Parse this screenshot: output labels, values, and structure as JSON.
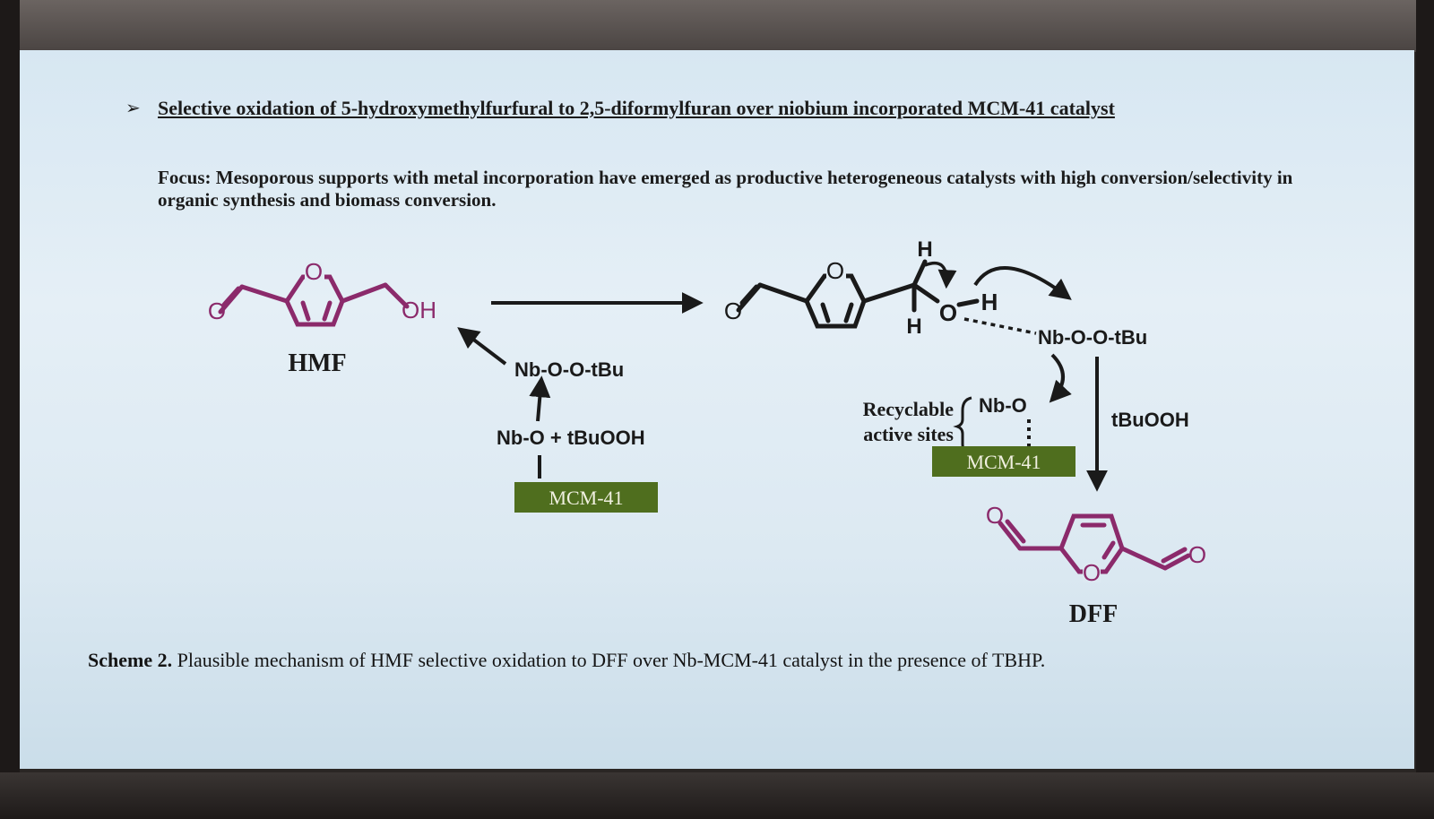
{
  "slide": {
    "bullet": "➢",
    "title": "Selective oxidation of 5-hydroxymethylfurfural to 2,5-diformylfuran over niobium incorporated MCM-41 catalyst",
    "focus": "Focus: Mesoporous supports with metal incorporation have emerged as productive heterogeneous catalysts with high conversion/selectivity in organic synthesis and biomass conversion."
  },
  "scheme": {
    "hmf_label": "HMF",
    "dff_label": "DFF",
    "oh": "OH",
    "o_atom": "O",
    "h_atom": "H",
    "nb_peroxo_left": "Nb-O-O-tBu",
    "nb_o_plus_tbuooh": "Nb-O + tBuOOH",
    "mcm_left": "MCM-41",
    "nb_peroxo_right": "Nb-O-O-tBu",
    "nb_o_right": "Nb-O",
    "recyclable": "Recyclable",
    "active_sites": "active sites",
    "mcm_right": "MCM-41",
    "tbuooh": "tBuOOH",
    "colors": {
      "molecule": "#8b2a6b",
      "mcm_box": "#4f6e1e",
      "ink": "#1a1a1a"
    }
  },
  "caption": {
    "label": "Scheme 2.",
    "text": "Plausible mechanism of HMF selective oxidation to DFF over Nb-MCM-41 catalyst in the presence of TBHP."
  }
}
